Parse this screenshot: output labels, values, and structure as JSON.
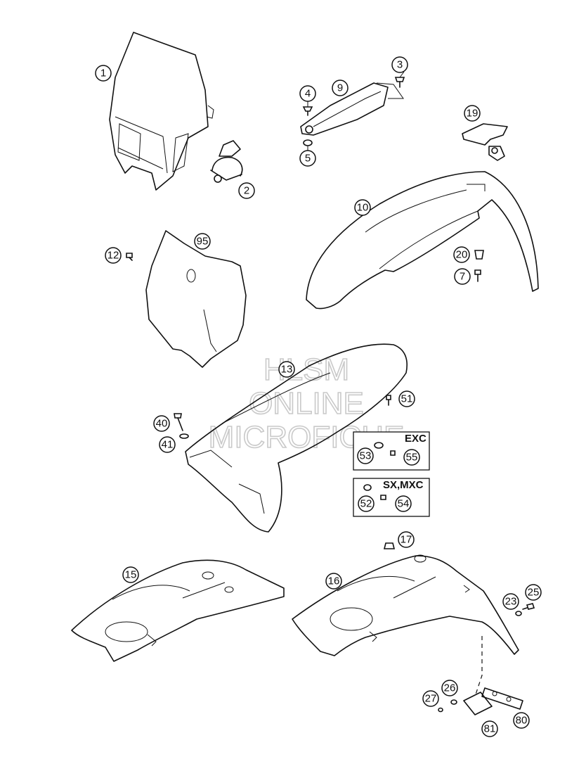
{
  "watermark": {
    "line1": "HLSM",
    "line2": "ONLINE",
    "line3": "MICROFICHE"
  },
  "boxes": {
    "exc_label": "EXC",
    "sx_label": "SX,MXC"
  },
  "callouts": {
    "c1": "1",
    "c2": "2",
    "c3": "3",
    "c4": "4",
    "c5": "5",
    "c7": "7",
    "c9": "9",
    "c10": "10",
    "c12": "12",
    "c13": "13",
    "c15": "15",
    "c16": "16",
    "c17": "17",
    "c19": "19",
    "c20": "20",
    "c23": "23",
    "c25": "25",
    "c26": "26",
    "c27": "27",
    "c40": "40",
    "c41": "41",
    "c51": "51",
    "c52": "52",
    "c53": "53",
    "c54": "54",
    "c55": "55",
    "c80": "80",
    "c81": "81",
    "c95": "95"
  }
}
